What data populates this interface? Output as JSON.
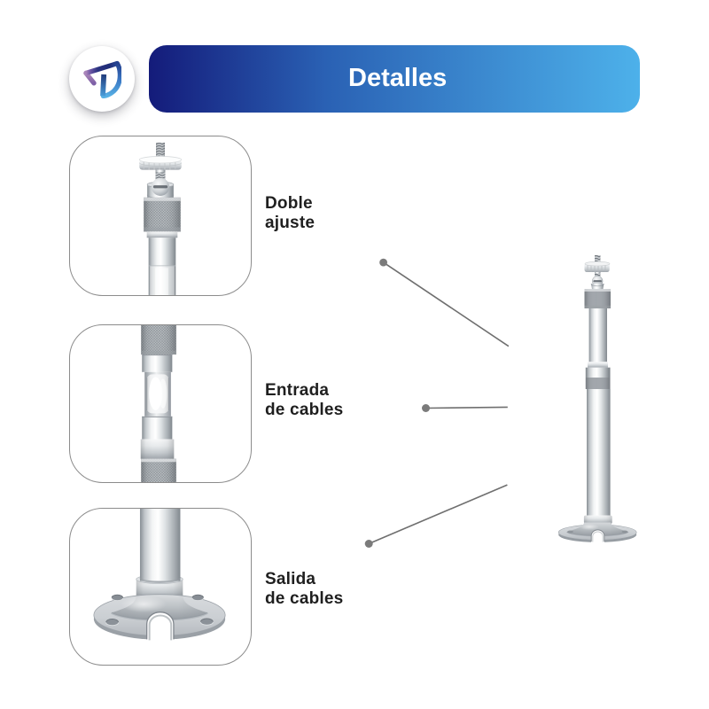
{
  "page": {
    "background": "#ffffff"
  },
  "theme": {
    "page_background": "#ffffff",
    "banner_gradient_start": "#141b7a",
    "banner_gradient_mid": "#2a61b4",
    "banner_gradient_end": "#4db1ea",
    "banner_text_color": "#ffffff",
    "label_color": "#1f1f1f",
    "card_border_color": "#8c8c8c",
    "callout_line_color": "#6f6f6f",
    "callout_dot_color": "#7b7b7b",
    "logo_purple": "#9c77b4",
    "logo_navy": "#1f2e7c",
    "logo_blue": "#4fa6e0"
  },
  "header": {
    "banner_title": "Detalles",
    "logo_icon": "brand-arrow-logo"
  },
  "features": [
    {
      "id": "doble-ajuste",
      "label_lines": [
        "Doble",
        "ajuste"
      ],
      "image": "thumbscrew-ball-joint-closeup"
    },
    {
      "id": "entrada-de-cables",
      "label_lines": [
        "Entrada",
        "de cables"
      ],
      "image": "telescopic-tube-cable-entry-closeup"
    },
    {
      "id": "salida-de-cables",
      "label_lines": [
        "Salida",
        "de cables"
      ],
      "image": "mounting-base-cable-outlet-closeup"
    }
  ],
  "product": {
    "image": "ceiling-mount-bracket-full-view"
  }
}
